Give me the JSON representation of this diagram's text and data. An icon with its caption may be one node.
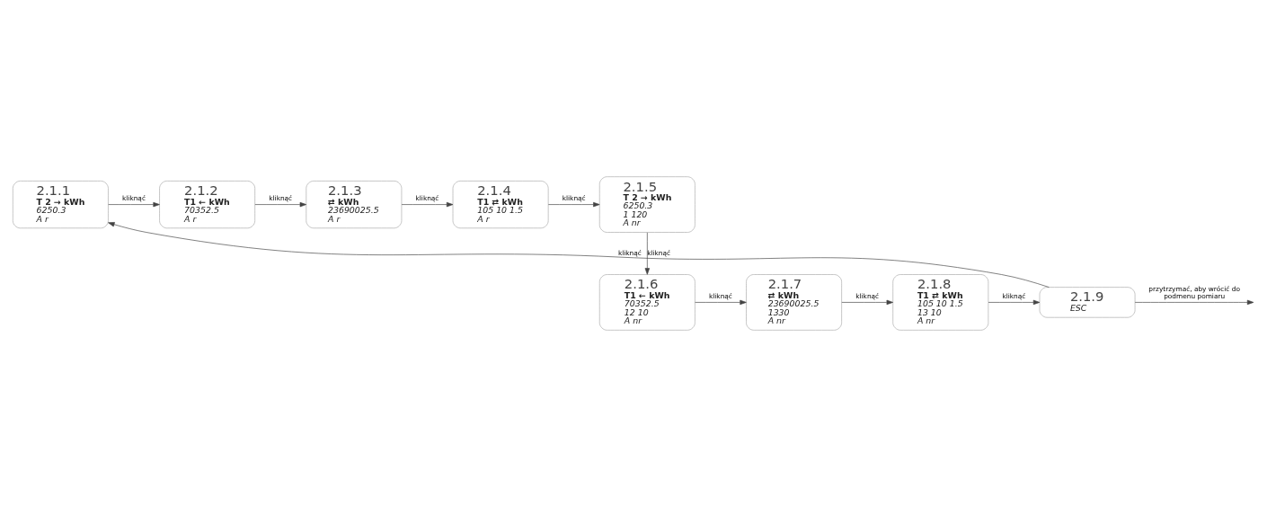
{
  "diagram": {
    "nodes": [
      {
        "text": [
          "2.1.1",
          "T 2 → kWh",
          "6250.3",
          "A r"
        ]
      },
      {
        "text": [
          "2.1.2",
          "T1 ← kWh",
          "70352.5",
          "A r"
        ]
      },
      {
        "text": [
          "2.1.3",
          "⇄ kWh",
          "23690025.5",
          "A r"
        ]
      },
      {
        "text": [
          "2.1.4",
          "T1 ⇄ kWh",
          "105 10 1.5",
          "A r"
        ]
      },
      {
        "text": [
          "2.1.5",
          "T 2 → kWh",
          "6250.3",
          "1 120",
          "A nr"
        ]
      },
      {
        "text": [
          "2.1.6",
          "T1 ← kWh",
          "70352.5",
          "12 10",
          "A nr"
        ]
      },
      {
        "text": [
          "2.1.7",
          "⇄ kWh",
          "23690025.5",
          "1330",
          "A nr"
        ]
      },
      {
        "text": [
          "2.1.8",
          "T1 ⇄ kWh",
          "105 10 1.5",
          "13 10",
          "A nr"
        ]
      },
      {
        "text": [
          "2.1.9",
          "ESC"
        ]
      }
    ],
    "edges": [
      {
        "from": 0,
        "to": 1,
        "arrow": "to",
        "label": "kliknąć"
      },
      {
        "from": 1,
        "to": 2,
        "arrow": "to",
        "label": "kliknąć"
      },
      {
        "from": 2,
        "to": 3,
        "arrow": "to",
        "label": "kliknąć"
      },
      {
        "from": 3,
        "to": 4,
        "arrow": "to",
        "label": "kliknąć"
      },
      {
        "from": 4,
        "to": 5,
        "arrow": "to",
        "label": "kliknąć"
      },
      {
        "from": 5,
        "to": 6,
        "arrow": "to",
        "label": "kliknąć"
      },
      {
        "from": 6,
        "to": 7,
        "arrow": "to",
        "label": "kliknąć"
      },
      {
        "from": 7,
        "to": 8,
        "arrow": "to",
        "label": "kliknąć"
      },
      {
        "from": 8,
        "to": 0,
        "arrow": "to",
        "label": "kliknąć"
      },
      {
        "from": 8,
        "to": null,
        "arrow": "to",
        "label": "przytrzymać, aby wrócić do podmenu pomiaru"
      }
    ]
  }
}
